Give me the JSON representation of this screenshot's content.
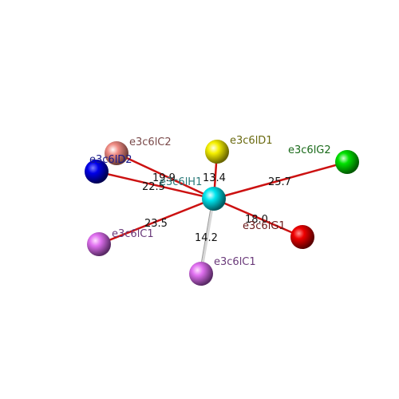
{
  "center": {
    "label": "e3c6lH1",
    "color": "#00e5ee",
    "label_color": "#2a7a7a"
  },
  "atoms": [
    {
      "id": "IC2",
      "label": "e3c6lC2",
      "color": "#f08c84",
      "label_color": "#7a4a4a",
      "distance": "19.9",
      "bond_color": "#cc1111"
    },
    {
      "id": "ID2",
      "label": "e3c6lD2",
      "color": "#0000e8",
      "label_color": "#1a1a8a",
      "distance": "22.5",
      "bond_color": "#cc1111"
    },
    {
      "id": "ID1",
      "label": "e3c6lD1",
      "color": "#f5f000",
      "label_color": "#6a6a10",
      "distance": "13.4",
      "bond_color": "#cc1111"
    },
    {
      "id": "IG2",
      "label": "e3c6lG2",
      "color": "#00e000",
      "label_color": "#1a6a1a",
      "distance": "25.7",
      "bond_color": "#cc1111"
    },
    {
      "id": "IG1",
      "label": "e3c6lG1",
      "color": "#ee0000",
      "label_color": "#6a1a1a",
      "distance": "18.0",
      "bond_color": "#cc1111"
    },
    {
      "id": "IC1a",
      "label": "e3c6lC1",
      "color": "#e070f0",
      "label_color": "#6a3a7a",
      "distance": "23.5",
      "bond_color": "#cc1111"
    },
    {
      "id": "IC1b",
      "label": "e3c6lC1",
      "color": "#e070f0",
      "label_color": "#6a3a7a",
      "distance": "14.2",
      "bond_color": "#d8d8d8"
    }
  ]
}
